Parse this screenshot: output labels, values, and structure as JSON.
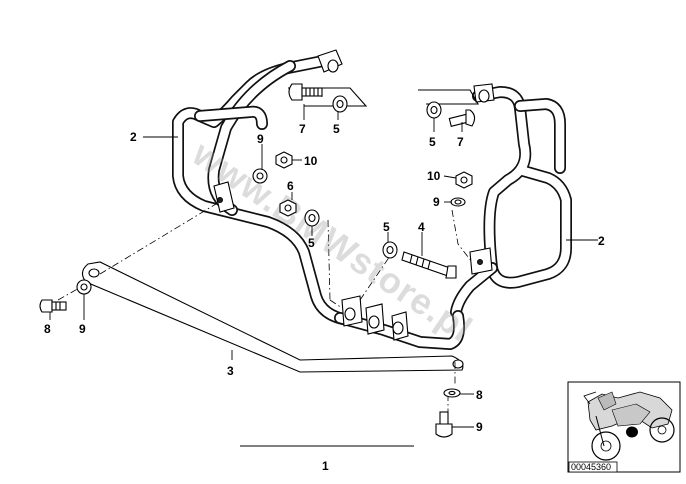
{
  "watermark": "www.BMWstore.pl",
  "callouts": {
    "c1": "1",
    "c2_left": "2",
    "c2_right": "2",
    "c3": "3",
    "c4": "4",
    "c5_top_left": "5",
    "c5_top_right": "5",
    "c5_mid_left": "5",
    "c5_mid_right": "5",
    "c6": "6",
    "c7_left": "7",
    "c7_right": "7",
    "c8_left": "8",
    "c8_right": "8",
    "c9_upper": "9",
    "c9_right_upper": "9",
    "c9_left": "9",
    "c9_bottom": "9",
    "c10_left": "10",
    "c10_right": "10"
  },
  "thumbnail": {
    "reference_number": "00045360"
  }
}
